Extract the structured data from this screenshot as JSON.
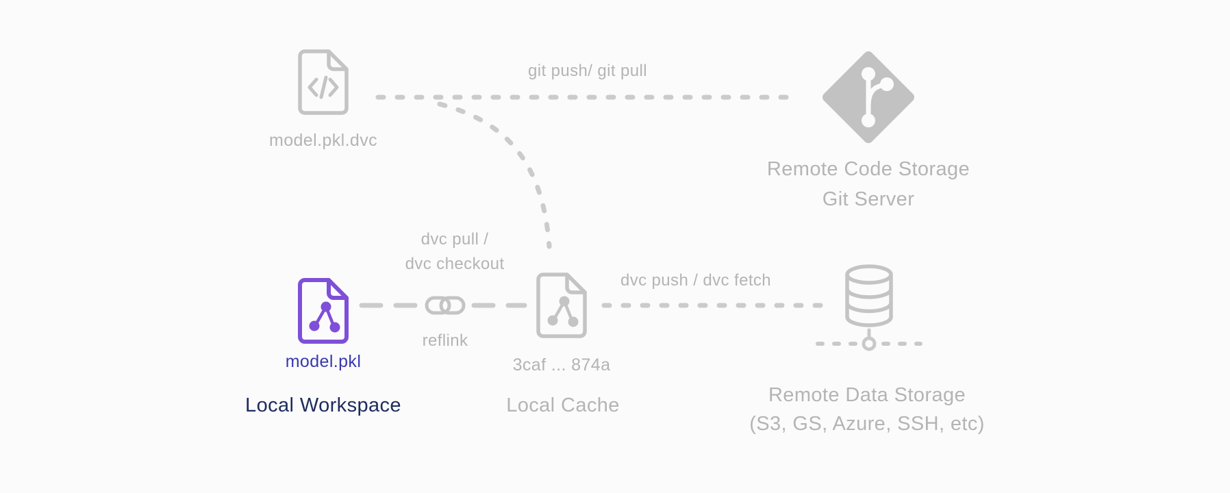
{
  "background": "#fbfbfb",
  "colors": {
    "icon_gray": "#c4c4c4",
    "line_gray": "#cbcbcb",
    "text_gray": "#b4b4b4",
    "accent_purple": "#7e4fd8",
    "file_label_blue": "#3939b0",
    "workspace_navy": "#1d2b5e"
  },
  "nodes": {
    "dvc_file": {
      "icon": "file-code-icon",
      "label": "model.pkl.dvc"
    },
    "git_server": {
      "icon": "git-icon",
      "title_line1": "Remote Code Storage",
      "title_line2": "Git Server"
    },
    "workspace_file": {
      "icon": "file-graph-icon",
      "label": "model.pkl",
      "title": "Local Workspace"
    },
    "cache_file": {
      "icon": "file-graph-icon",
      "label": "3caf ... 874a",
      "title": "Local Cache"
    },
    "remote_storage": {
      "icon": "database-icon",
      "title_line1": "Remote Data Storage",
      "title_line2": "(S3, GS, Azure, SSH, etc)"
    }
  },
  "edges": {
    "git_sync": {
      "label": "git push/ git pull",
      "style": "dashed"
    },
    "dvc_file_to_cache": {
      "label": "",
      "style": "dashed-curve"
    },
    "dvc_checkout": {
      "label_line1": "dvc pull /",
      "label_line2": "dvc checkout",
      "style": "dashed"
    },
    "reflink": {
      "label": "reflink",
      "icon": "link-icon",
      "style": "long-dash"
    },
    "dvc_sync": {
      "label": "dvc push / dvc fetch",
      "style": "dashed"
    },
    "storage_bus": {
      "label": "",
      "style": "small-dash"
    }
  }
}
